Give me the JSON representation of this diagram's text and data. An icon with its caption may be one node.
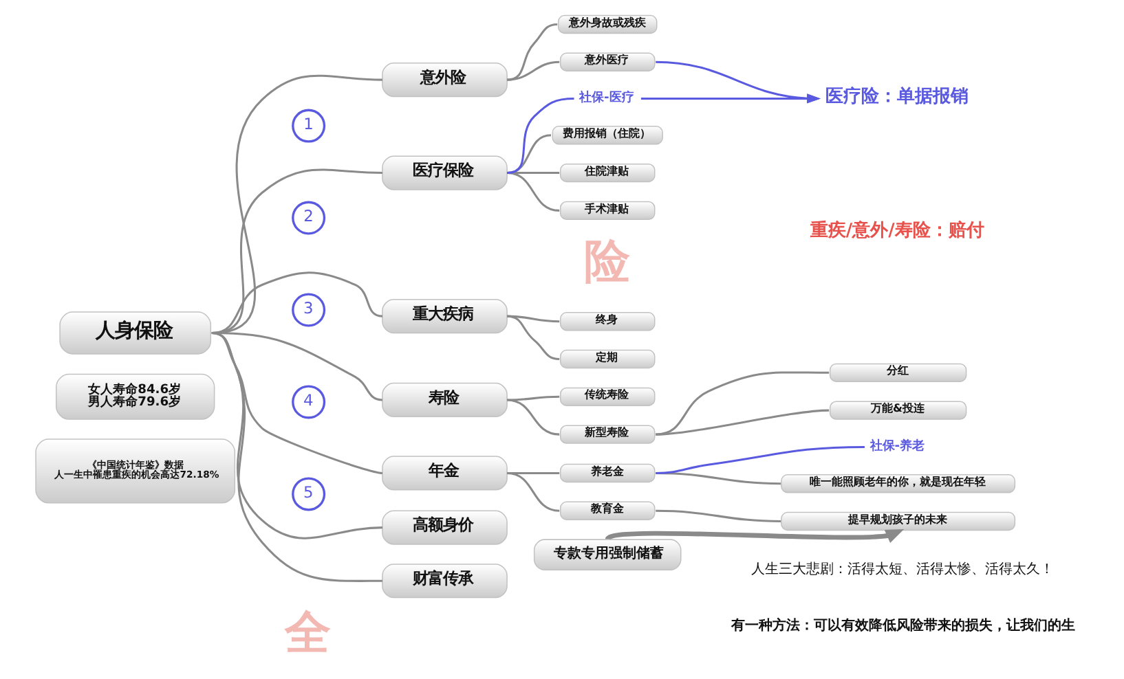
{
  "diagram": {
    "nodes": [
      {
        "text": [
          "人身保险"
        ]
      },
      {
        "text": [
          "1"
        ]
      },
      {
        "text": [
          "意外险"
        ]
      },
      {
        "text": [
          "意外身故或残疾"
        ]
      },
      {
        "text": [
          "意外医疗"
        ]
      },
      {
        "text": [
          "2"
        ]
      },
      {
        "text": [
          "医疗保险"
        ]
      },
      {
        "text": [
          "社保-医疗"
        ]
      },
      {
        "text": [
          "费用报销（住院）"
        ]
      },
      {
        "text": [
          "住院津贴"
        ]
      },
      {
        "text": [
          "手术津贴"
        ]
      },
      {
        "text": [
          "医疗险：单据报销"
        ]
      },
      {
        "text": [
          "3"
        ]
      },
      {
        "text": [
          "重大疾病"
        ]
      },
      {
        "text": [
          "终身"
        ]
      },
      {
        "text": [
          "定期"
        ]
      },
      {
        "text": [
          "4"
        ]
      },
      {
        "text": [
          "寿险"
        ]
      },
      {
        "text": [
          "传统寿险"
        ]
      },
      {
        "text": [
          "新型寿险"
        ]
      },
      {
        "text": [
          "分红"
        ]
      },
      {
        "text": [
          "万能&投连"
        ]
      },
      {
        "text": [
          "5"
        ]
      },
      {
        "text": [
          "年金"
        ]
      },
      {
        "text": [
          "养老金"
        ]
      },
      {
        "text": [
          "教育金"
        ]
      },
      {
        "text": [
          "社保-养老"
        ]
      },
      {
        "text": [
          "唯一能照顾老年的你，就是现在年轻"
        ]
      },
      {
        "text": [
          "提早规划孩子的未来"
        ]
      },
      {
        "text": [
          "专款专用强制储蓄"
        ]
      },
      {
        "text": [
          "高额身价"
        ]
      },
      {
        "text": [
          "财富传承"
        ]
      },
      {
        "text": [
          "女人寿命84.6岁",
          "男人寿命79.6岁"
        ]
      },
      {
        "text": [
          "《中国统计年鉴》数据",
          "人一生中罹患重疾的机会高达72.18%"
        ]
      }
    ],
    "edges": [
      {
        "from": 0,
        "to": 2,
        "arrow": "none"
      },
      {
        "from": 0,
        "to": 6,
        "arrow": "none"
      },
      {
        "from": 0,
        "to": 13,
        "arrow": "none"
      },
      {
        "from": 0,
        "to": 17,
        "arrow": "none"
      },
      {
        "from": 0,
        "to": 23,
        "arrow": "none"
      },
      {
        "from": 0,
        "to": 30,
        "arrow": "none"
      },
      {
        "from": 0,
        "to": 31,
        "arrow": "none"
      },
      {
        "from": 2,
        "to": 3,
        "arrow": "none"
      },
      {
        "from": 2,
        "to": 4,
        "arrow": "none"
      },
      {
        "from": 6,
        "to": 8,
        "arrow": "none"
      },
      {
        "from": 6,
        "to": 9,
        "arrow": "none"
      },
      {
        "from": 6,
        "to": 10,
        "arrow": "none"
      },
      {
        "from": 13,
        "to": 14,
        "arrow": "none"
      },
      {
        "from": 13,
        "to": 15,
        "arrow": "none"
      },
      {
        "from": 17,
        "to": 18,
        "arrow": "none"
      },
      {
        "from": 17,
        "to": 19,
        "arrow": "none"
      },
      {
        "from": 19,
        "to": 20,
        "arrow": "none"
      },
      {
        "from": 19,
        "to": 21,
        "arrow": "none"
      },
      {
        "from": 23,
        "to": 24,
        "arrow": "none"
      },
      {
        "from": 23,
        "to": 25,
        "arrow": "none"
      },
      {
        "from": 24,
        "to": 27,
        "arrow": "none"
      },
      {
        "from": 25,
        "to": 28,
        "arrow": "none"
      },
      {
        "from": 29,
        "to": 28,
        "arrow": "to",
        "style": "thick"
      },
      {
        "from": 7,
        "to": 6,
        "arrow": "none",
        "color": "#5a5ae0"
      },
      {
        "from": 4,
        "to": 11,
        "arrow": "to",
        "color": "#5a5ae0"
      },
      {
        "from": 7,
        "to": 11,
        "arrow": "to",
        "color": "#5a5ae0"
      },
      {
        "from": 26,
        "to": 24,
        "arrow": "none",
        "color": "#5a5ae0"
      }
    ],
    "labels": [
      "重疾/意外/寿险：赔付",
      "险",
      "全",
      "人生三大悲剧：活得太短、活得太惨、活得太久！",
      "有一种方法：可以有效降低风险带来的损失，让我们的生"
    ]
  }
}
